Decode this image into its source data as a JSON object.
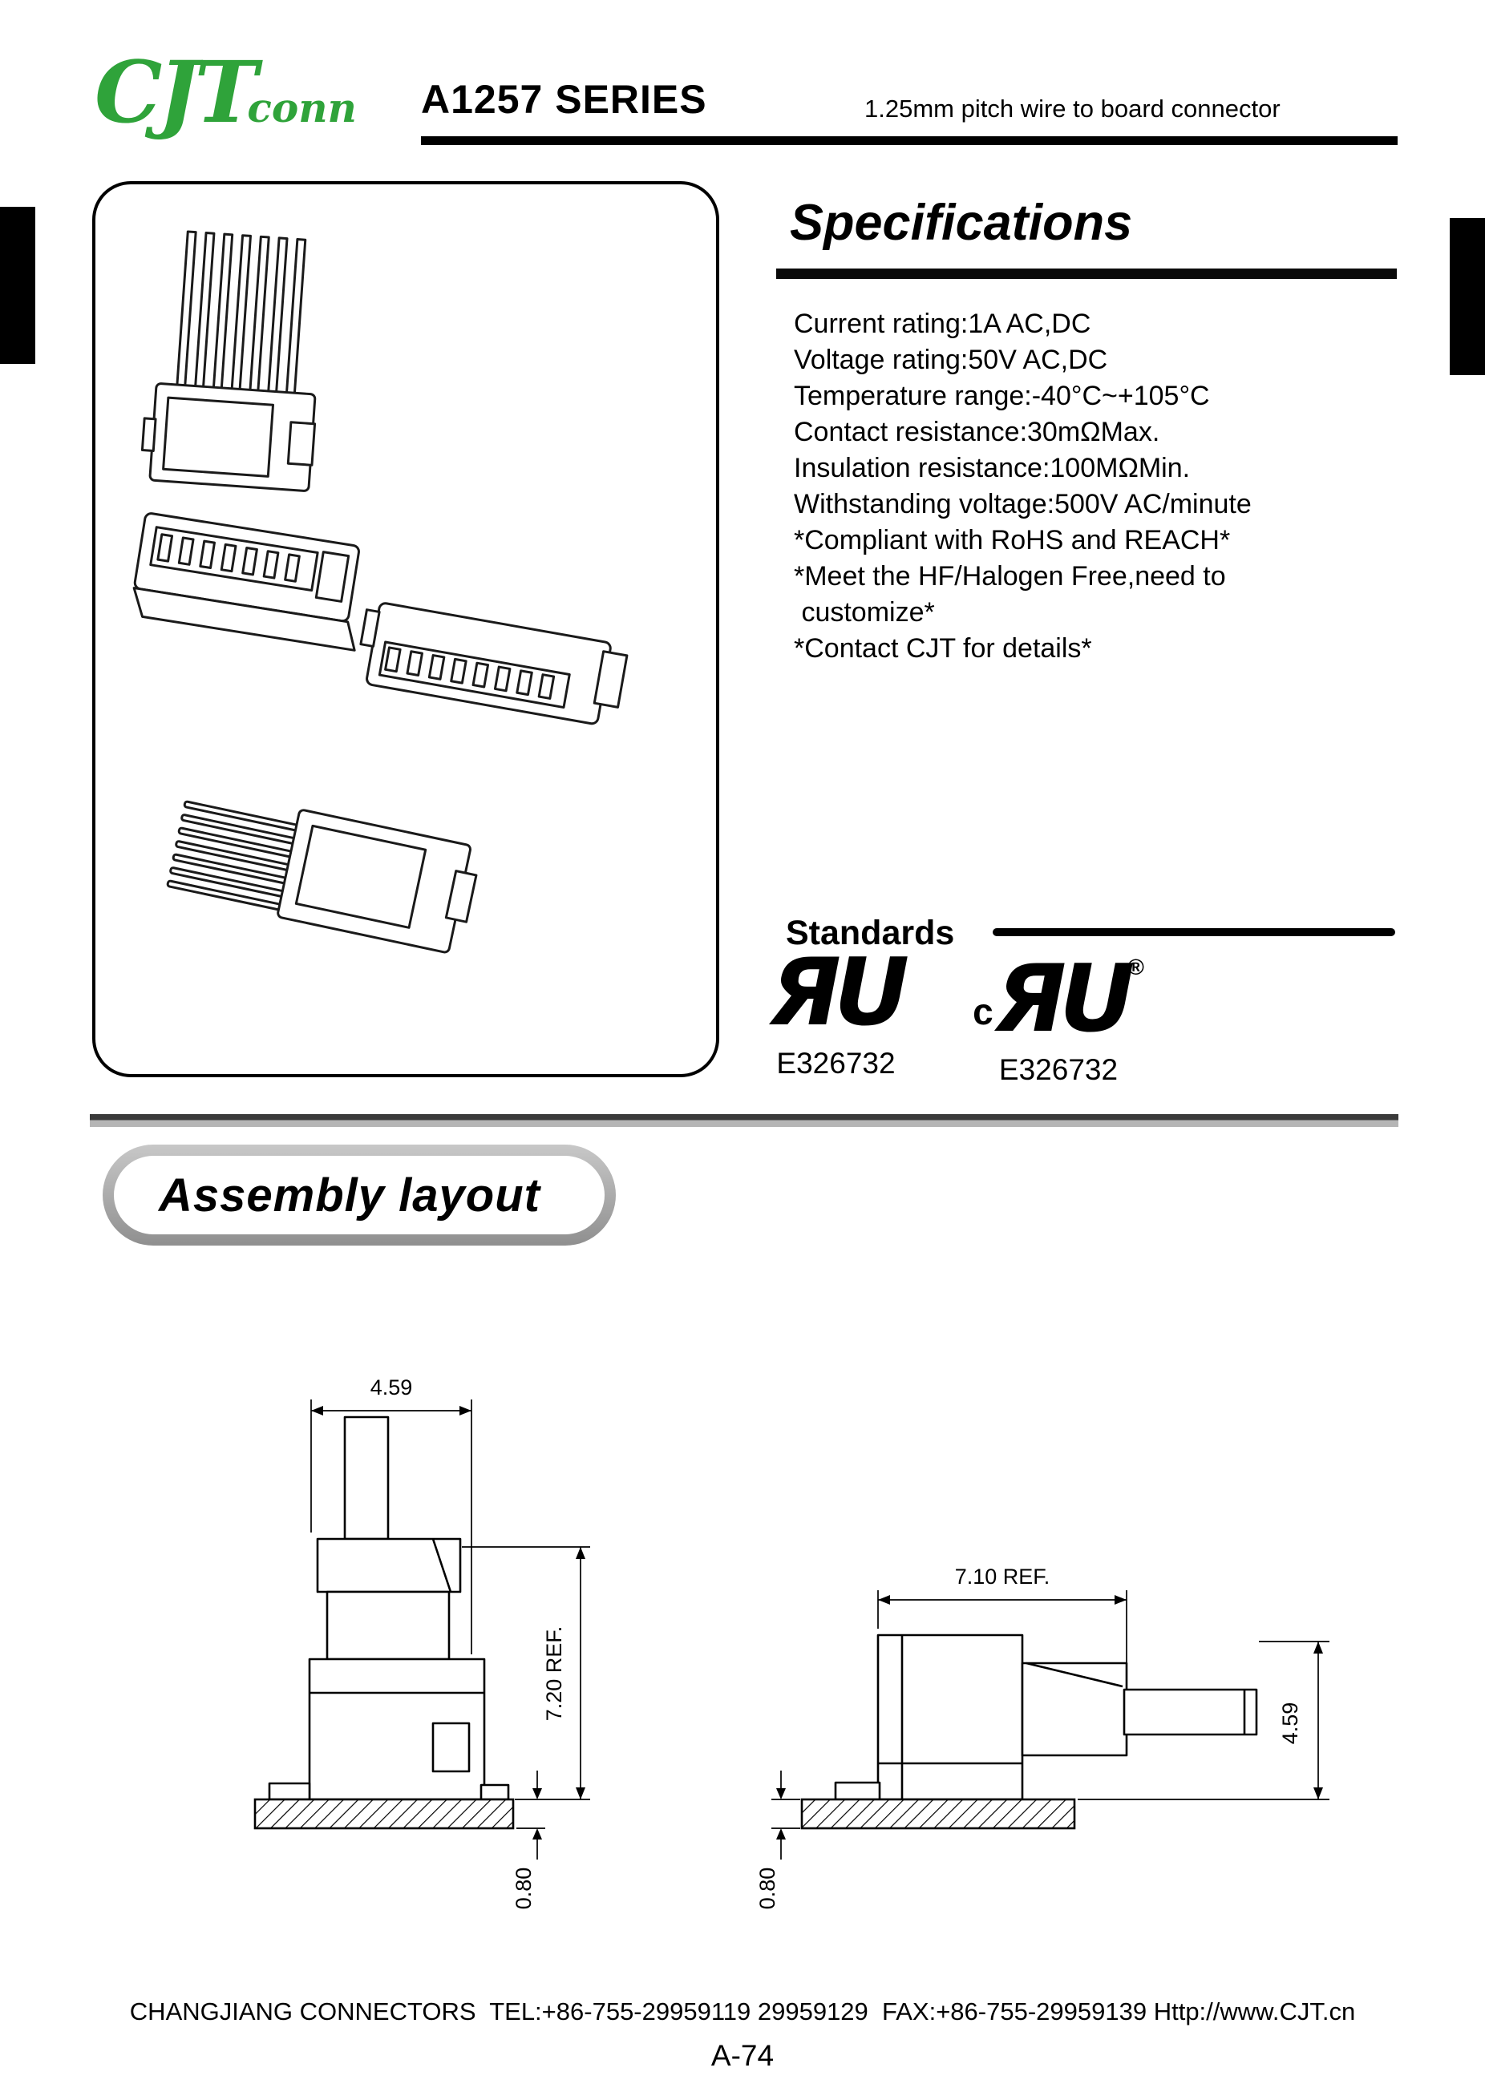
{
  "colors": {
    "logo_green": "#2fa33a"
  },
  "header": {
    "logo_cjt": "CJT",
    "logo_conn": "conn",
    "series_title": "A1257 SERIES",
    "subtitle": "1.25mm pitch wire to board connector"
  },
  "specifications": {
    "title": "Specifications",
    "lines": [
      "Current rating:1A AC,DC",
      "Voltage rating:50V AC,DC",
      "Temperature range:-40°C~+105°C",
      "Contact resistance:30mΩMax.",
      "Insulation resistance:100MΩMin.",
      "Withstanding voltage:500V AC/minute",
      "*Compliant with RoHS and REACH*",
      "*Meet the HF/Halogen Free,need to",
      " customize*",
      "*Contact CJT for details*"
    ]
  },
  "standards": {
    "title": "Standards",
    "marks": [
      {
        "prefix": "",
        "glyph": "ЯU",
        "suffix": "",
        "code": "E326732"
      },
      {
        "prefix": "c",
        "glyph": "ЯU",
        "suffix": "®",
        "code": "E326732"
      }
    ]
  },
  "assembly": {
    "title": "Assembly layout",
    "left_drawing": {
      "width_dim": "4.59",
      "height_dim": "7.20 REF.",
      "standoff_dim": "0.80"
    },
    "right_drawing": {
      "width_dim": "7.10 REF.",
      "height_dim": "4.59",
      "standoff_dim": "0.80"
    }
  },
  "footer": {
    "contact_line": "CHANGJIANG CONNECTORS  TEL:+86-755-29959119 29959129  FAX:+86-755-29959139 Http://www.CJT.cn",
    "page_number": "A-74"
  }
}
